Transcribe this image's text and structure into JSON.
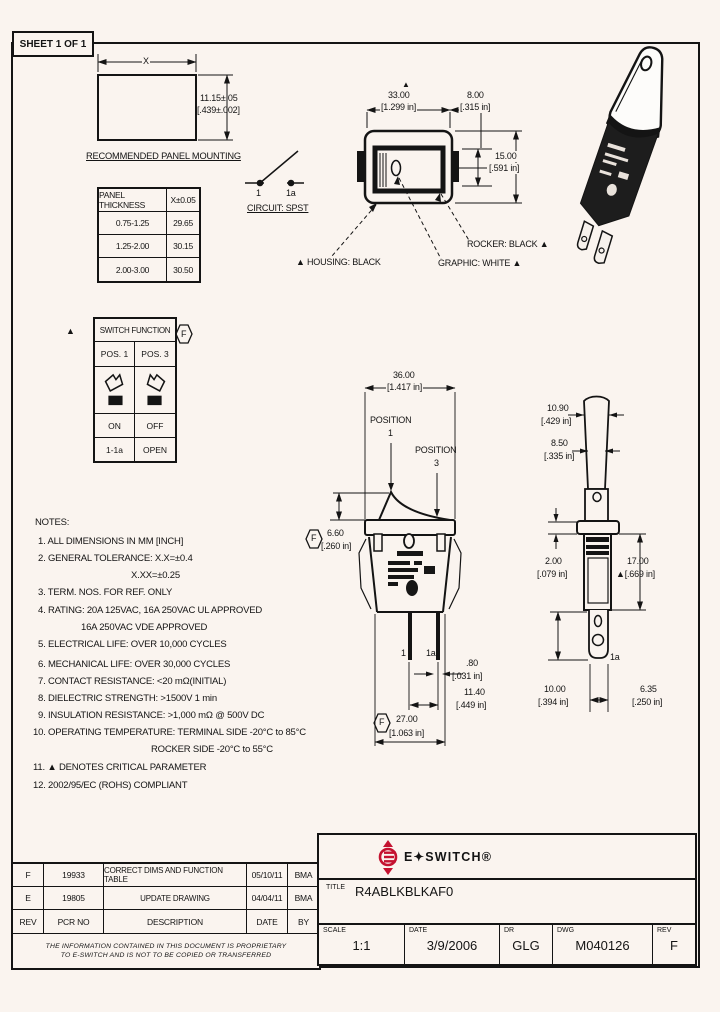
{
  "sheet_label": "SHEET 1 OF 1",
  "symbols": {
    "critical": "▲",
    "flag": "F"
  },
  "panel_mounting": {
    "x_dim": "X",
    "height_mm": "11.15±.05",
    "height_in": "[.439±.002]",
    "caption": "RECOMMENDED PANEL MOUNTING",
    "col1": "PANEL THICKNESS",
    "col2": "X±0.05",
    "rows": [
      [
        "0.75-1.25",
        "29.65"
      ],
      [
        "1.25-2.00",
        "30.15"
      ],
      [
        "2.00-3.00",
        "30.50"
      ]
    ]
  },
  "circuit": {
    "t1": "1",
    "t1a": "1a",
    "label": "CIRCUIT: SPST"
  },
  "front_view": {
    "width_mm": "33.00",
    "width_in": "[1.299 in]",
    "rocker_mm": "8.00",
    "rocker_in": "[.315 in]",
    "height_mm": "15.00",
    "height_in": "[.591 in]",
    "housing": "▲ HOUSING: BLACK",
    "graphic": "GRAPHIC: WHITE ▲",
    "rocker": "ROCKER: BLACK ▲"
  },
  "function_table": {
    "header": "SWITCH FUNCTION",
    "pos1": "POS. 1",
    "pos3": "POS. 3",
    "on": "ON",
    "off": "OFF",
    "c1": "1-1a",
    "c2": "OPEN"
  },
  "notes": {
    "title": "NOTES:",
    "lines": [
      "1. ALL DIMENSIONS IN MM [INCH]",
      "2. GENERAL TOLERANCE: X.X=±0.4",
      "X.XX=±0.25",
      "3. TERM. NOS. FOR REF. ONLY",
      "4. RATING: 20A 125VAC, 16A 250VAC UL APPROVED",
      "16A 250VAC VDE APPROVED",
      "5. ELECTRICAL LIFE: OVER 10,000 CYCLES",
      "6. MECHANICAL LIFE: OVER 30,000 CYCLES",
      "7. CONTACT RESISTANCE: <20 mΩ(INITIAL)",
      "8. DIELECTRIC STRENGTH: >1500V 1 min",
      "9. INSULATION RESISTANCE: >1,000 mΩ @ 500V DC",
      "10. OPERATING TEMPERATURE: TERMINAL SIDE -20°C to 85°C",
      "ROCKER SIDE -20°C to 55°C",
      "11. ▲ DENOTES CRITICAL PARAMETER",
      "12. 2002/95/EC (ROHS) COMPLIANT"
    ]
  },
  "bottom_view": {
    "width_mm": "36.00",
    "width_in": "[1.417 in]",
    "position_word": "POSITION",
    "pos1_num": "1",
    "pos3_num": "3",
    "height_mm": "6.60",
    "height_in": "[.260 in]",
    "t1": "1",
    "t1a": "1a",
    "term_mm": ".80",
    "term_in": "[.031 in]",
    "pitch_mm": "11.40",
    "pitch_in": "[.449 in]",
    "body_mm": "27.00",
    "body_in": "[1.063 in]"
  },
  "profile_view": {
    "top_mm": "10.90",
    "top_in": "[.429 in]",
    "mid_mm": "8.50",
    "mid_in": "[.335 in]",
    "flange_mm": "2.00",
    "flange_in": "[.079 in]",
    "body_mm": "17.00",
    "body_in": "▲[.669 in]",
    "term_mm": "10.00",
    "term_in": "[.394 in]",
    "offset_mm": "6.35",
    "offset_in": "[.250 in]",
    "t1a": "1a"
  },
  "revisions": {
    "headers": {
      "rev": "REV",
      "pcr": "PCR NO",
      "desc": "DESCRIPTION",
      "date": "DATE",
      "by": "BY"
    },
    "rows": [
      {
        "rev": "F",
        "pcr": "19933",
        "desc": "CORRECT DIMS AND FUNCTION TABLE",
        "date": "05/10/11",
        "by": "BMA"
      },
      {
        "rev": "E",
        "pcr": "19805",
        "desc": "UPDATE DRAWING",
        "date": "04/04/11",
        "by": "BMA"
      }
    ],
    "disclaimer1": "THE INFORMATION CONTAINED IN THIS DOCUMENT IS PROPRIETARY",
    "disclaimer2": "TO E-SWITCH AND IS NOT TO BE COPIED OR TRANSFERRED"
  },
  "title_block": {
    "brand": "E✦SWITCH®",
    "title_label": "TITLE",
    "title": "R4ABLKBLKAF0",
    "scale_label": "SCALE",
    "scale": "1:1",
    "date_label": "DATE",
    "date": "3/9/2006",
    "dr_label": "DR",
    "dr": "GLG",
    "dwg_label": "DWG",
    "dwg": "M040126",
    "rev_label": "REV",
    "rev": "F"
  }
}
